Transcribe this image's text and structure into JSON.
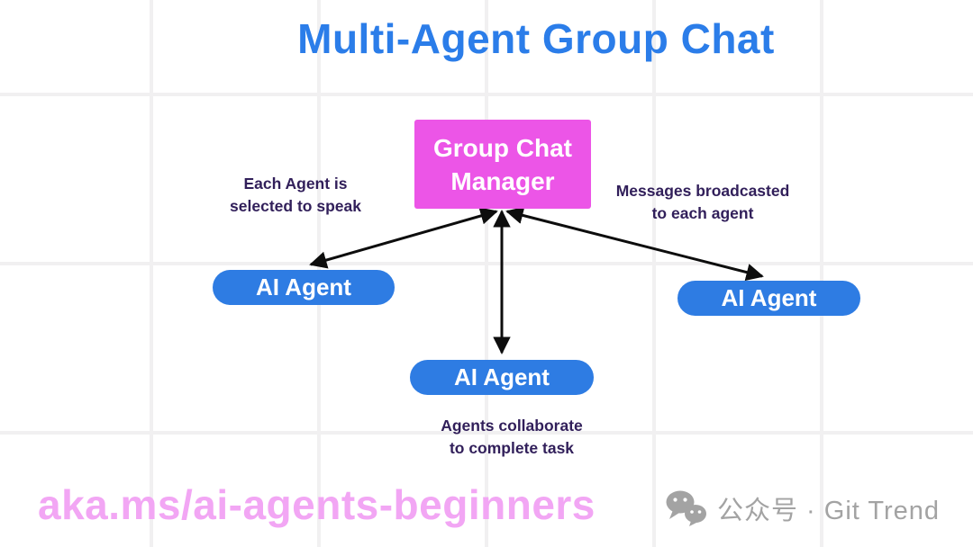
{
  "title": "Multi-Agent Group Chat",
  "diagram": {
    "manager": {
      "label": "Group Chat Manager"
    },
    "agents": [
      {
        "position": "left",
        "label": "AI Agent"
      },
      {
        "position": "center",
        "label": "AI Agent"
      },
      {
        "position": "right",
        "label": "AI Agent"
      }
    ],
    "annotations": {
      "left": {
        "line1": "Each Agent is",
        "line2": "selected to speak"
      },
      "right": {
        "line1": "Messages broadcasted",
        "line2": "to each agent"
      },
      "bottom": {
        "line1": "Agents collaborate",
        "line2": "to complete task"
      }
    }
  },
  "footer": {
    "link": "aka.ms/ai-agents-beginners",
    "wechat_icon": "wechat-icon",
    "wechat_label": "公众号 · Git Trend"
  },
  "colors": {
    "title-blue": "#2b7de9",
    "agent-blue": "#2e7ce3",
    "manager-magenta": "#ec55e7",
    "annotation-purple": "#311f5a",
    "footer-pink": "#f2a6f4",
    "footer-gray": "#a3a3a3",
    "grid-line": "#f1f0f1",
    "arrow-black": "#0d0d0d",
    "background": "#ffffff"
  }
}
